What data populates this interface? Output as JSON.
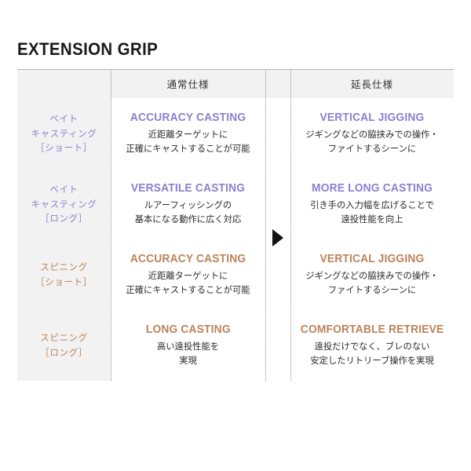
{
  "page": {
    "title": "EXTENSION GRIP"
  },
  "colors": {
    "purple": "#8b7fd0",
    "tan": "#bd8159",
    "header_bg": "#f2f2f2",
    "label_bg": "#f2f2f2",
    "rule": "#8c8c8c",
    "arrow": "#111111"
  },
  "table": {
    "headers": {
      "label_column": "",
      "normal": "通常仕様",
      "extension": "延長仕様"
    },
    "arrow_icon": "triangle-right-icon",
    "rows": [
      {
        "label": {
          "line1": "ベイト",
          "line2": "キャスティング",
          "line3": "［ショート］",
          "color": "purple"
        },
        "normal": {
          "title": "ACCURACY CASTING",
          "desc_line1": "近距離ターゲットに",
          "desc_line2": "正確にキャストすることが可能",
          "color": "purple"
        },
        "extension": {
          "title": "VERTICAL JIGGING",
          "desc_line1": "ジギングなどの脇挟みでの操作・",
          "desc_line2": "ファイトするシーンに",
          "color": "purple"
        }
      },
      {
        "label": {
          "line1": "ベイト",
          "line2": "キャスティング",
          "line3": "［ロング］",
          "color": "purple"
        },
        "normal": {
          "title": "VERSATILE CASTING",
          "desc_line1": "ルアーフィッシングの",
          "desc_line2": "基本になる動作に広く対応",
          "color": "purple"
        },
        "extension": {
          "title": "MORE LONG CASTING",
          "desc_line1": "引き手の入力幅を広げることで",
          "desc_line2": "遠投性能を向上",
          "color": "purple"
        }
      },
      {
        "label": {
          "line1": "スピニング",
          "line2": "［ショート］",
          "line3": "",
          "color": "tan"
        },
        "normal": {
          "title": "ACCURACY CASTING",
          "desc_line1": "近距離ターゲットに",
          "desc_line2": "正確にキャストすることが可能",
          "color": "tan"
        },
        "extension": {
          "title": "VERTICAL JIGGING",
          "desc_line1": "ジギングなどの脇挟みでの操作・",
          "desc_line2": "ファイトするシーンに",
          "color": "tan"
        }
      },
      {
        "label": {
          "line1": "スピニング",
          "line2": "［ロング］",
          "line3": "",
          "color": "tan"
        },
        "normal": {
          "title": "LONG CASTING",
          "desc_line1": "高い遠投性能を",
          "desc_line2": "実現",
          "color": "tan"
        },
        "extension": {
          "title": "COMFORTABLE RETRIEVE",
          "desc_line1": "遠投だけでなく、ブレのない",
          "desc_line2": "安定したリトリーブ操作を実現",
          "color": "tan"
        }
      }
    ]
  }
}
